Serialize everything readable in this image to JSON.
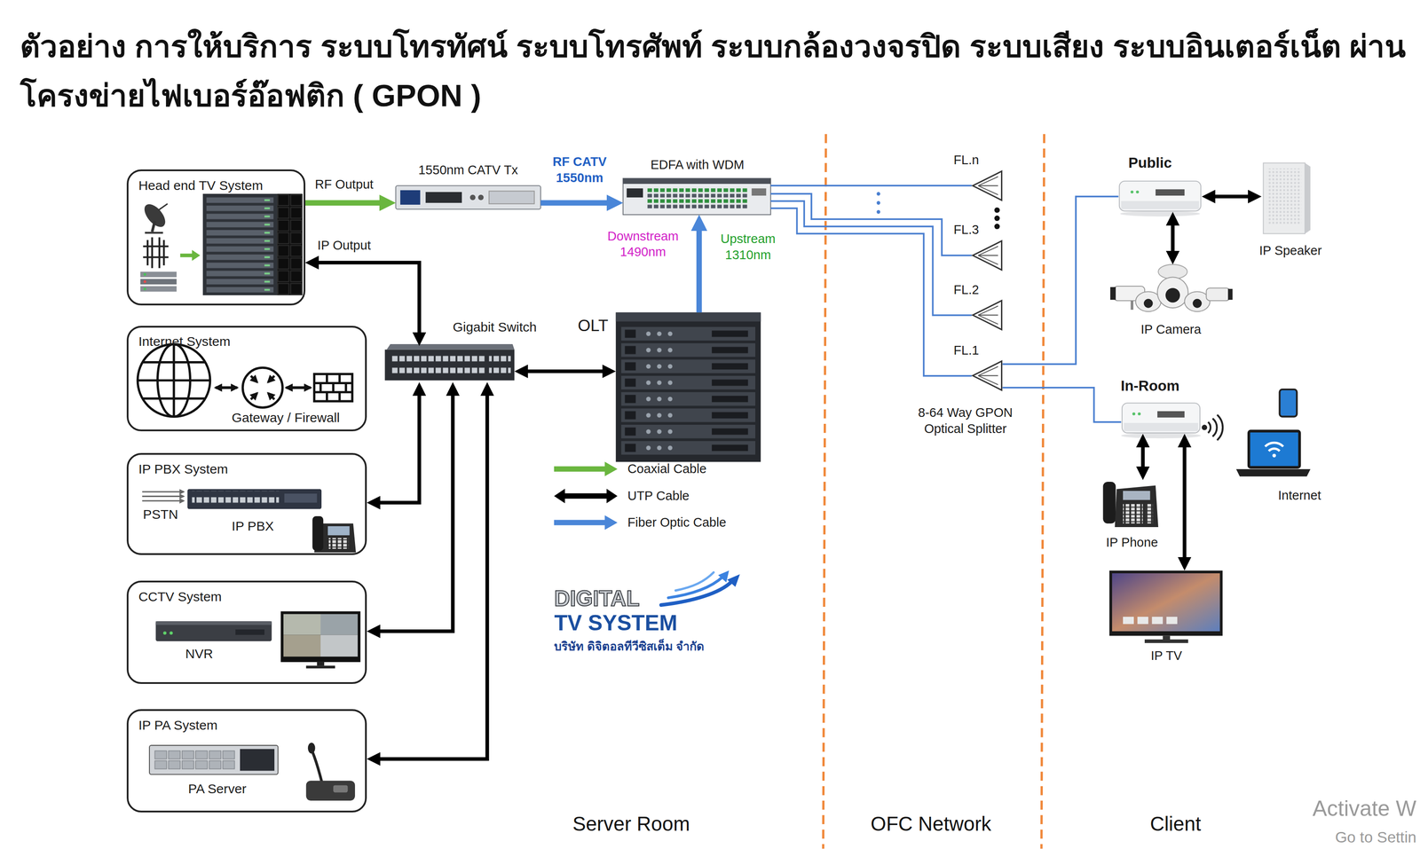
{
  "diagram": {
    "title": "ตัวอย่าง การให้บริการ ระบบโทรทัศน์ ระบบโทรศัพท์ ระบบกล้องวงจรปิด ระบบเสียง ระบบอินเตอร์เน็ต ผ่านโครงข่ายไฟเบอร์อ๊อฟติก ( GPON )",
    "nodes": [
      {
        "text": [
          "Head end TV System"
        ]
      },
      {
        "text": [
          "1550nm CATV Tx"
        ]
      },
      {
        "text": [
          "EDFA with WDM"
        ]
      },
      {
        "text": [
          "Gigabit Switch"
        ]
      },
      {
        "text": [
          "OLT"
        ]
      },
      {
        "text": [
          "Internet System",
          "Gateway / Firewall"
        ]
      },
      {
        "text": [
          "IP PBX System",
          "PSTN",
          "IP PBX"
        ]
      },
      {
        "text": [
          "CCTV System",
          "NVR"
        ]
      },
      {
        "text": [
          "IP PA System",
          "PA Server"
        ]
      },
      {
        "text": [
          "FL.n"
        ]
      },
      {
        "text": [
          "FL.3"
        ]
      },
      {
        "text": [
          "FL.2"
        ]
      },
      {
        "text": [
          "FL.1"
        ]
      },
      {
        "text": [
          "Public"
        ]
      },
      {
        "text": [
          "IP Speaker"
        ]
      },
      {
        "text": [
          "IP Camera"
        ]
      },
      {
        "text": [
          "In-Room"
        ]
      },
      {
        "text": [
          "Internet"
        ]
      },
      {
        "text": [
          "IP Phone"
        ]
      },
      {
        "text": [
          "IP TV"
        ]
      }
    ],
    "edges": [
      {
        "from": 0,
        "to": 1,
        "arrow": "to",
        "label": "RF Output"
      },
      {
        "from": 0,
        "to": 3,
        "arrow": "both",
        "label": "IP Output"
      },
      {
        "from": 1,
        "to": 2,
        "arrow": "to",
        "label": "RF CATV 1550nm"
      },
      {
        "from": 4,
        "to": 2,
        "arrow": "to"
      },
      {
        "from": 3,
        "to": 4,
        "arrow": "both"
      },
      {
        "from": 3,
        "to": 6,
        "arrow": "both"
      },
      {
        "from": 3,
        "to": 7,
        "arrow": "both"
      },
      {
        "from": 3,
        "to": 8,
        "arrow": "both"
      },
      {
        "from": 2,
        "to": 9,
        "arrow": "none"
      },
      {
        "from": 2,
        "to": 10,
        "arrow": "none"
      },
      {
        "from": 2,
        "to": 11,
        "arrow": "none"
      },
      {
        "from": 2,
        "to": 12,
        "arrow": "none"
      },
      {
        "from": 12,
        "to": 13,
        "arrow": "none"
      },
      {
        "from": 12,
        "to": 16,
        "arrow": "none"
      },
      {
        "from": 13,
        "to": 14,
        "arrow": "both"
      },
      {
        "from": 13,
        "to": 15,
        "arrow": "both"
      },
      {
        "from": 16,
        "to": 18,
        "arrow": "both"
      },
      {
        "from": 16,
        "to": 19,
        "arrow": "both"
      }
    ],
    "labels": [
      "Downstream 1490nm",
      "Upstream 1310nm",
      "8-64 Way GPON Optical Splitter",
      "DIGITAL",
      "TV SYSTEM",
      "บริษัท ดิจิตอลทีวีซิสเต็ม จำกัด",
      "Server Room",
      "OFC Network",
      "Client",
      "Activate W",
      "Go to Settin"
    ],
    "legend": [
      {
        "text": "Coaxial Cable",
        "color": "#6ab63f"
      },
      {
        "text": "UTP Cable",
        "color": "#000000"
      },
      {
        "text": "Fiber Optic Cable",
        "color": "#4a86d8"
      }
    ]
  }
}
